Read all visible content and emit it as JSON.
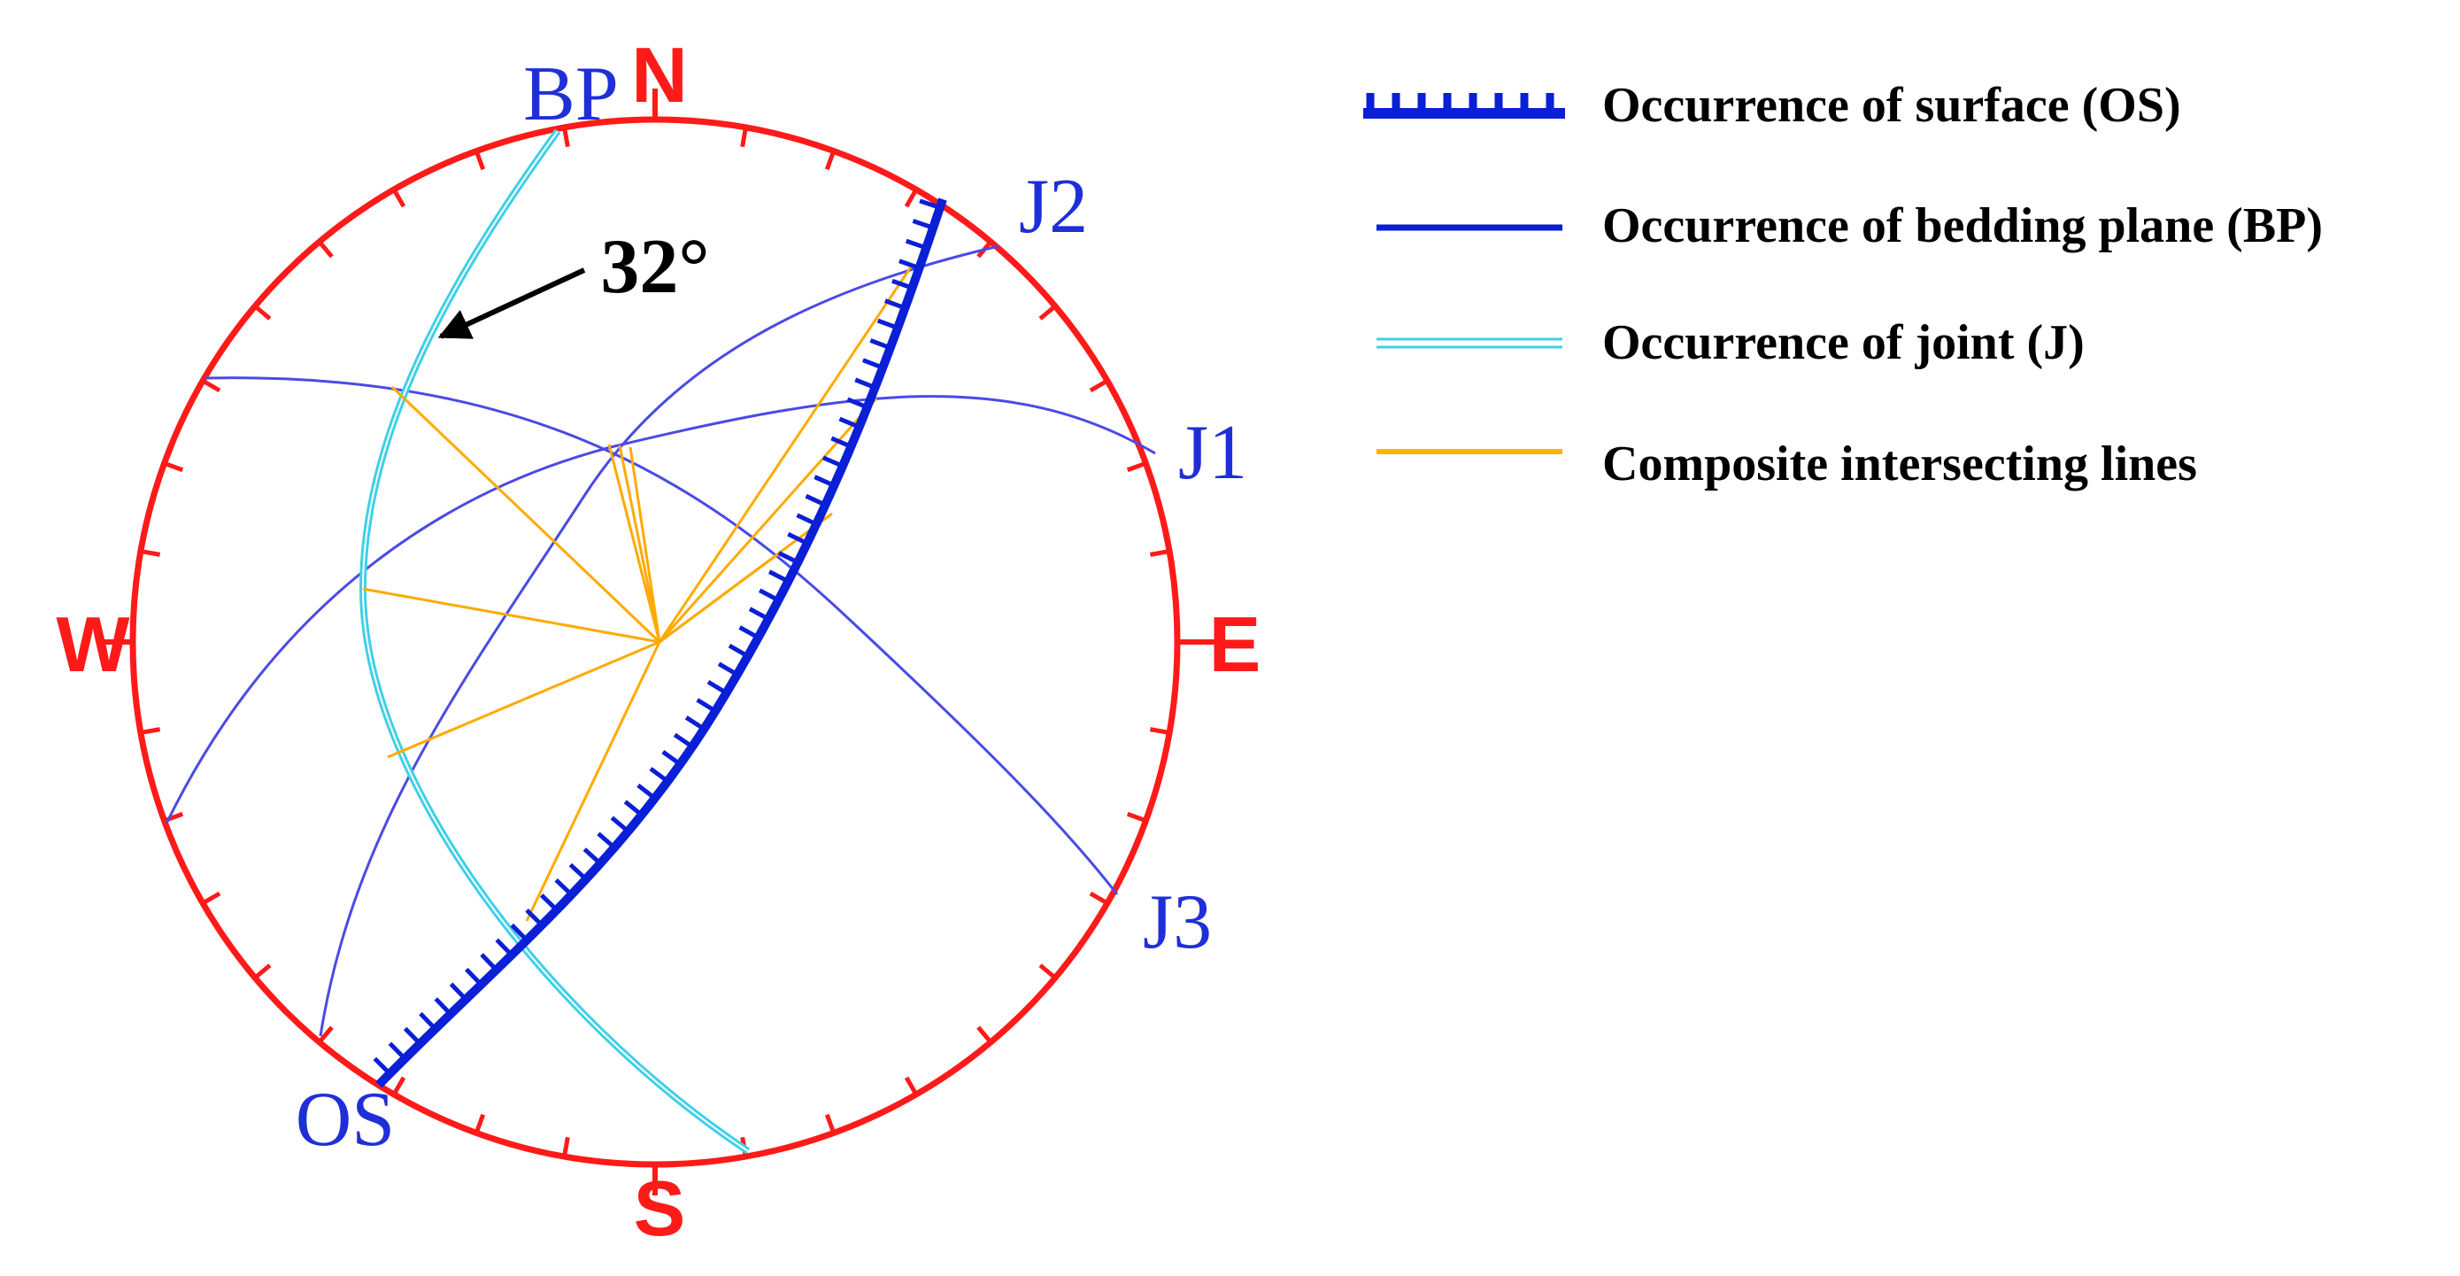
{
  "compass": {
    "north": "N",
    "south": "S",
    "east": "E",
    "west": "W"
  },
  "curve_labels": {
    "bedding_plane": "BP",
    "joint_1": "J1",
    "joint_2": "J2",
    "joint_3": "J3",
    "surface": "OS"
  },
  "annotation": {
    "angle": "32°"
  },
  "legend": {
    "items": [
      {
        "label": "Occurrence of surface (OS)",
        "symbol": "hatched-line",
        "color": "#0a1fd6"
      },
      {
        "label": "Occurrence of bedding plane (BP)",
        "symbol": "line",
        "color": "#0a1fd6"
      },
      {
        "label": "Occurrence of joint (J)",
        "symbol": "double-line",
        "color": "#3fd0e8"
      },
      {
        "label": "Composite intersecting lines",
        "symbol": "line",
        "color": "#ffb300"
      }
    ]
  },
  "colors": {
    "net_circle": "#ff1a1a",
    "great_circle": "#4a4ae6",
    "surface": "#0a1fd6",
    "bedding_plane": "#3fd0e8",
    "intersection_lines": "#ffaa00",
    "label_blue": "#1f2fd8",
    "compass_red": "#ff1a1a",
    "arrow": "#000000"
  }
}
